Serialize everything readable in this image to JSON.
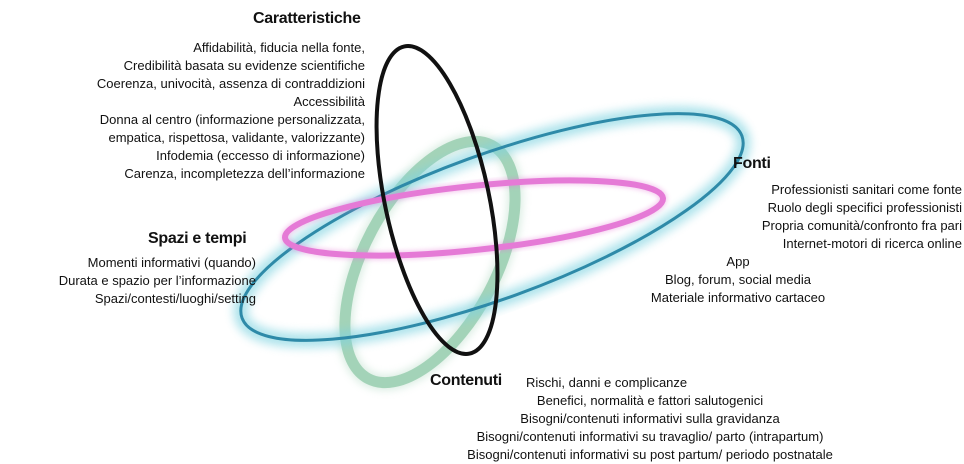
{
  "colors": {
    "caratteristiche_ring": "#111111",
    "contenuti_ring": "#9ccfb2",
    "fonti_ring": "#2e8aa8",
    "fonti_ring_glow": "#7fd3e0",
    "spazi_ring": "#e57ad6",
    "text": "#111111"
  },
  "caratteristiche": {
    "title": "Caratteristiche",
    "items": [
      "Affidabilità, fiducia nella fonte,",
      "Credibilità basata su evidenze scientifiche",
      "Coerenza, univocità, assenza di contraddizioni",
      "Accessibilità",
      "Donna al centro (informazione personalizzata,",
      "empatica, rispettosa, validante, valorizzante)",
      "Infodemia (eccesso di informazione)",
      "Carenza, incompletezza dell’informazione"
    ]
  },
  "fonti": {
    "title": "Fonti",
    "items": [
      "Professionisti sanitari come fonte",
      "Ruolo degli specifici professionisti",
      "Propria comunità/confronto fra pari",
      "Internet-motori di ricerca online",
      "App",
      "Blog, forum, social media",
      "Materiale informativo cartaceo"
    ]
  },
  "spazi": {
    "title": "Spazi e tempi",
    "items": [
      "Momenti informativi (quando)",
      "Durata e spazio per l’informazione",
      "Spazi/contesti/luoghi/setting"
    ]
  },
  "contenuti": {
    "title": "Contenuti",
    "first_item": "Rischi, danni e complicanze",
    "items": [
      "Benefici, normalità e fattori salutogenici",
      "Bisogni/contenuti informativi sulla gravidanza",
      "Bisogni/contenuti informativi su travaglio/ parto (intrapartum)",
      "Bisogni/contenuti informativi su post partum/ periodo postnatale"
    ]
  }
}
